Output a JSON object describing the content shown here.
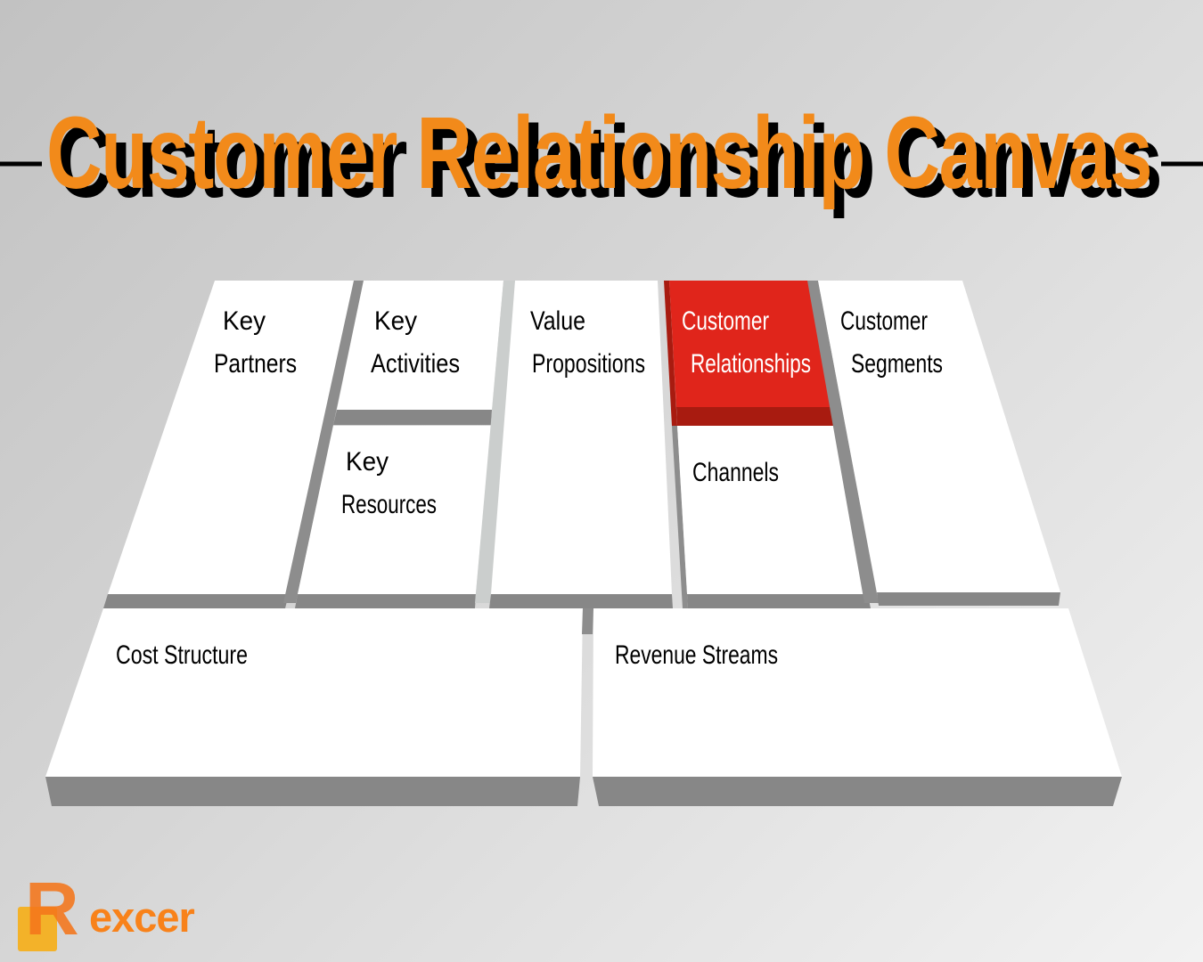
{
  "title": {
    "text": "Customer Relationship Canvas"
  },
  "canvas": {
    "blocks": [
      {
        "id": "key-partners",
        "lines": [
          "Key",
          "Partners"
        ],
        "highlighted": false
      },
      {
        "id": "key-activities",
        "lines": [
          "Key",
          "Activities"
        ],
        "highlighted": false
      },
      {
        "id": "key-resources",
        "lines": [
          "Key",
          "Resources"
        ],
        "highlighted": false
      },
      {
        "id": "value-propositions",
        "lines": [
          "Value",
          "Propositions"
        ],
        "highlighted": false
      },
      {
        "id": "customer-relationships",
        "lines": [
          "Customer",
          "Relationships"
        ],
        "highlighted": true
      },
      {
        "id": "channels",
        "lines": [
          "Channels"
        ],
        "highlighted": false
      },
      {
        "id": "customer-segments",
        "lines": [
          "Customer",
          "Segments"
        ],
        "highlighted": false
      },
      {
        "id": "cost-structure",
        "lines": [
          "Cost Structure"
        ],
        "highlighted": false
      },
      {
        "id": "revenue-streams",
        "lines": [
          "Revenue Streams"
        ],
        "highlighted": false
      }
    ]
  },
  "logo": {
    "initial": "R",
    "rest": "excer"
  },
  "colors": {
    "highlight_red": "#E0251B",
    "highlight_red_dark": "#A81B10",
    "title_orange": "#F28A1A",
    "block_face": "#FFFFFF",
    "depth_gray": "#878787",
    "depth_gray_side": "#8D8D8D",
    "depth_gray_light": "#CBCECD",
    "logo_orange": "#F8821A",
    "logo_yellow": "#F3B229"
  }
}
